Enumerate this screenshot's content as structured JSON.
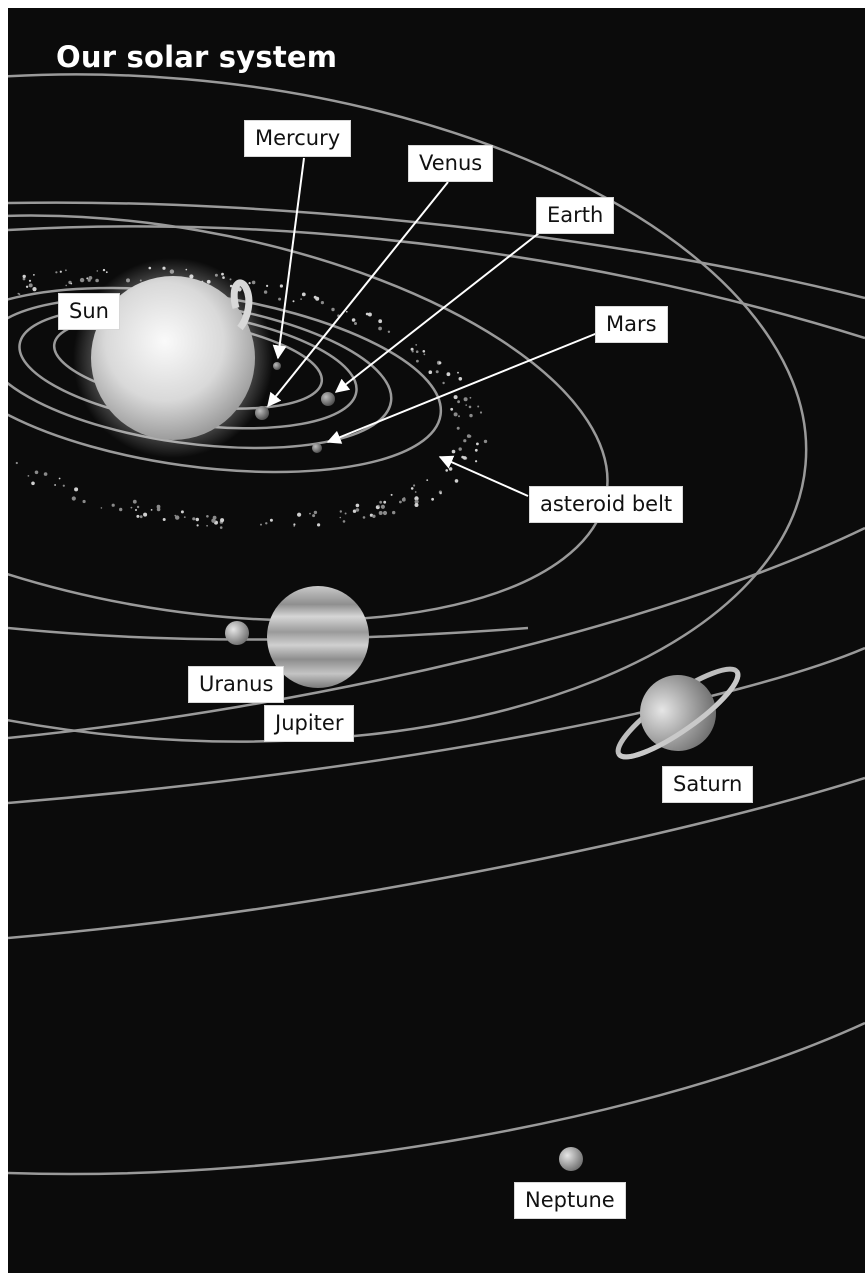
{
  "title": "Our solar system",
  "labels": {
    "sun": "Sun",
    "mercury": "Mercury",
    "venus": "Venus",
    "earth": "Earth",
    "mars": "Mars",
    "asteroid_belt": "asteroid belt",
    "jupiter": "Jupiter",
    "saturn": "Saturn",
    "uranus": "Uranus",
    "neptune": "Neptune"
  },
  "colors": {
    "background": "#0b0b0b",
    "orbit": "#9a9a9a",
    "label_bg": "#ffffff",
    "label_text": "#111111",
    "title_text": "#ffffff"
  }
}
